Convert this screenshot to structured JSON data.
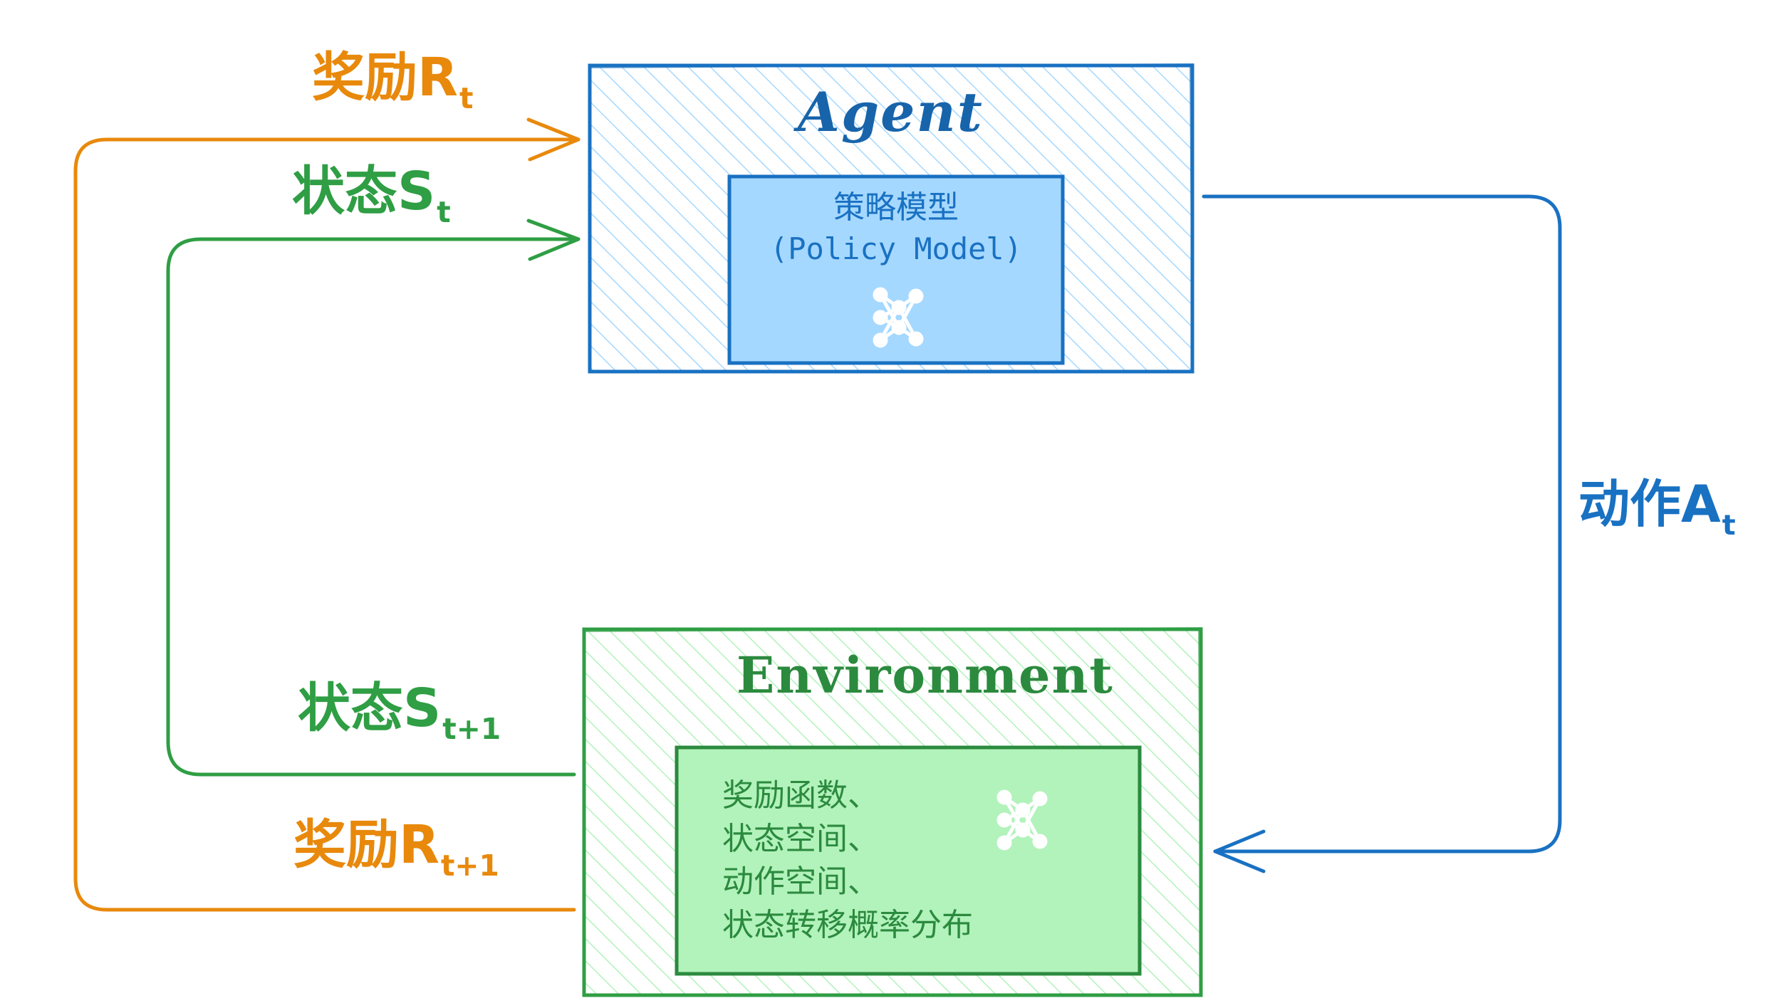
{
  "agent": {
    "title": "Agent",
    "policy_title": "策略模型",
    "policy_subtitle": "(Policy Model)"
  },
  "environment": {
    "title": "Environment",
    "items": [
      "奖励函数、",
      "状态空间、",
      "动作空间、",
      "状态转移概率分布"
    ]
  },
  "labels": {
    "reward_t": {
      "text": "奖励R",
      "sub": "t"
    },
    "state_t": {
      "text": "状态S",
      "sub": "t"
    },
    "action_t": {
      "text": "动作A",
      "sub": "t"
    },
    "state_t1": {
      "text": "状态S",
      "sub": "t+1"
    },
    "reward_t1": {
      "text": "奖励R",
      "sub": "t+1"
    }
  },
  "colors": {
    "reward": "#e8890c",
    "state": "#2f9e44",
    "action": "#1971c2",
    "agent_border": "#1971c2",
    "agent_fill": "#a5d8ff",
    "env_border": "#2f9e44",
    "env_fill": "#b2f2bb"
  },
  "icons": [
    "neural-network-icon"
  ]
}
